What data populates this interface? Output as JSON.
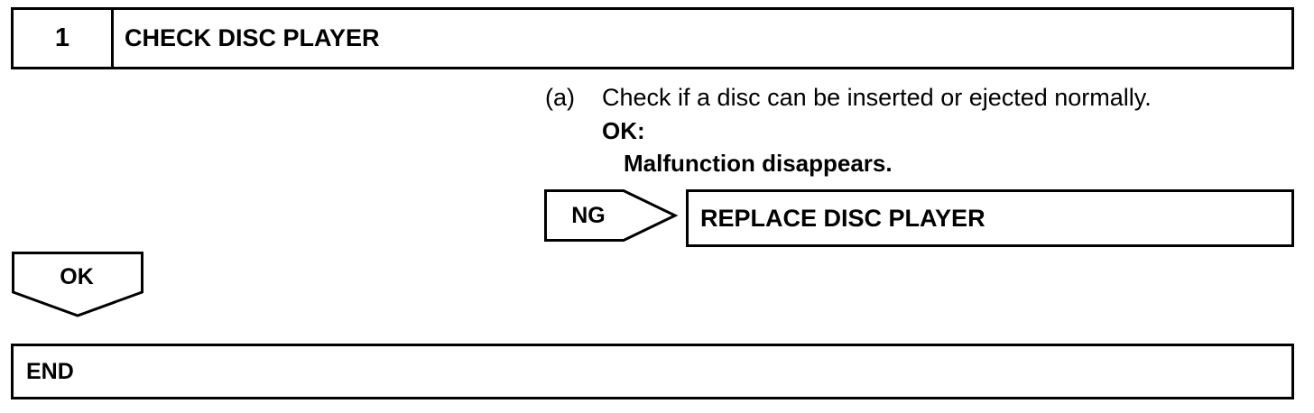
{
  "step": {
    "number": "1",
    "title": "CHECK DISC PLAYER"
  },
  "instruction": {
    "marker": "(a)",
    "text": "Check if a disc can be inserted or ejected normally.",
    "ok_label": "OK:",
    "ok_detail": "Malfunction disappears."
  },
  "ng_branch": {
    "label": "NG",
    "result": "REPLACE DISC PLAYER"
  },
  "ok_branch": {
    "label": "OK"
  },
  "end": {
    "label": "END"
  }
}
